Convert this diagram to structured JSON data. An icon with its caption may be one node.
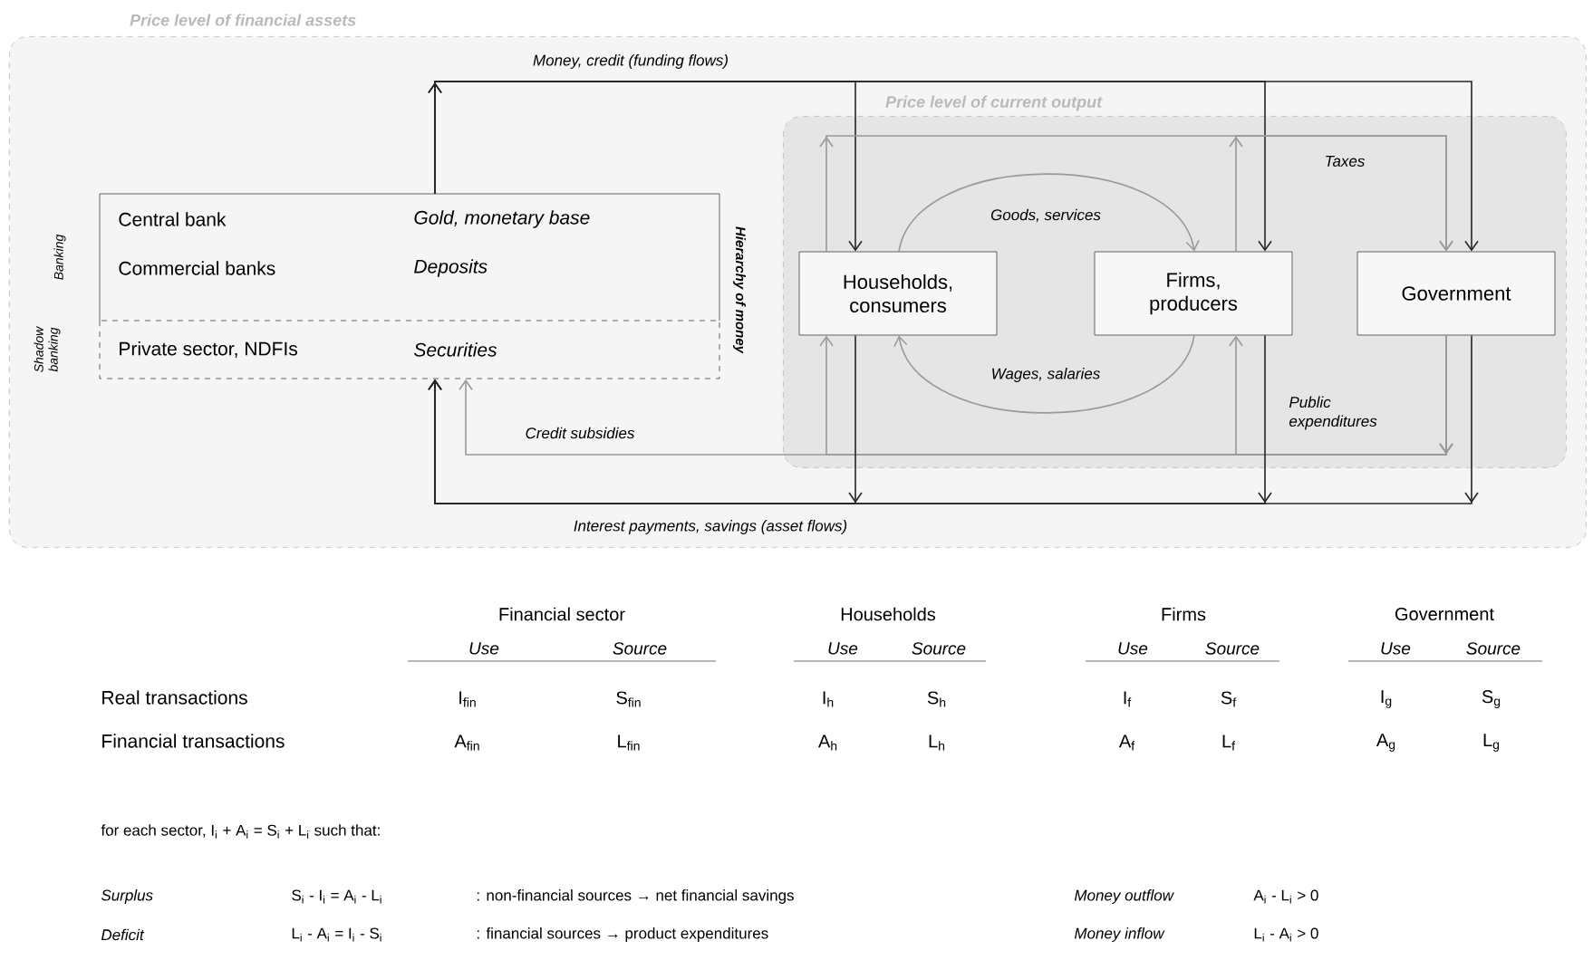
{
  "diagram": {
    "nodes": [
      {
        "text": [
          "Price level of financial assets"
        ]
      },
      {
        "text": [
          "Price level of current output"
        ],
        "in": 0
      },
      {
        "text": [
          "Central bank",
          "Gold, monetary base",
          "Commercial banks",
          "Deposits"
        ],
        "beside": [
          "Banking"
        ],
        "in": 0
      },
      {
        "text": [
          "Private sector, NDFIs",
          "Securities"
        ],
        "beside": [
          "Shadow banking"
        ],
        "in": 0
      },
      {
        "text": [
          "Households, consumers"
        ],
        "in": 1
      },
      {
        "text": [
          "Firms, producers"
        ],
        "in": 1
      },
      {
        "text": [
          "Government"
        ],
        "in": 1
      }
    ],
    "edges": [
      {
        "from": 2,
        "to": 4,
        "arrow": "to",
        "label": "Money, credit (funding flows)",
        "color": "#262626"
      },
      {
        "from": 2,
        "to": 5,
        "arrow": "to",
        "color": "#262626"
      },
      {
        "from": 2,
        "to": 6,
        "arrow": "to",
        "color": "#262626"
      },
      {
        "from": 4,
        "to": 6,
        "arrow": "to",
        "label": "Taxes"
      },
      {
        "from": 5,
        "to": 6,
        "arrow": "to"
      },
      {
        "from": 4,
        "to": 5,
        "arrow": "to",
        "label": "Goods, services"
      },
      {
        "from": 5,
        "to": 4,
        "arrow": "to",
        "label": "Wages, salaries"
      },
      {
        "from": 6,
        "to": 4,
        "arrow": "to"
      },
      {
        "from": 6,
        "to": 5,
        "arrow": "to",
        "label": "Public expenditures"
      },
      {
        "from": 6,
        "to": 3,
        "arrow": "to",
        "label": "Credit subsidies"
      },
      {
        "from": 4,
        "to": 3,
        "arrow": "to",
        "label": "Interest payments, savings (asset flows)",
        "color": "#262626"
      },
      {
        "from": 5,
        "to": 3,
        "arrow": "to",
        "color": "#262626"
      },
      {
        "from": 6,
        "to": 3,
        "arrow": "to",
        "color": "#262626"
      }
    ],
    "labels": [
      "Hierarchy of money",
      "Financial sector",
      "Households",
      "Firms",
      "Government",
      "Use",
      "Source",
      "Use",
      "Source",
      "Use",
      "Source",
      "Use",
      "Source",
      "Real transactions",
      "I$_{fin}$",
      "S$_{fin}$",
      "I$_{h}$",
      "S$_{h}$",
      "I$_{f}$",
      "S$_{f}$",
      "I$_{g}$",
      "S$_{g}$",
      "Financial transactions",
      "A$_{fin}$",
      "L$_{fin}$",
      "A$_{h}$",
      "L$_{h}$",
      "A$_{f}$",
      "L$_{f}$",
      "A$_{g}$",
      "L$_{g}$",
      "for each sector, I$_{i}$ + A$_{i}$ = S$_{i}$ + L$_{i}$   such that:",
      "Surplus",
      "S$_{i}$ - I$_{i}$ = A$_{i}$ - L$_{i}$",
      ": non-financial sources → net financial savings",
      "Money outflow",
      "A$_{i}$ - L$_{i}$ > 0",
      "Deficit",
      "L$_{i}$ - A$_{i}$ = I$_{i}$ - S$_{i}$",
      ": financial sources → product expenditures",
      "Money inflow",
      "L$_{i}$ - A$_{i}$ > 0"
    ]
  }
}
